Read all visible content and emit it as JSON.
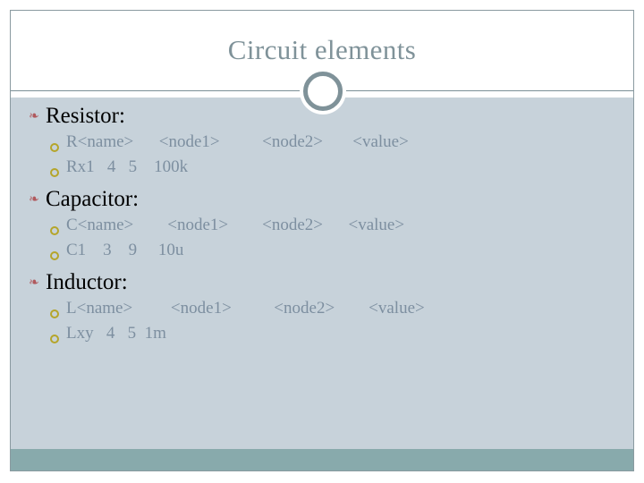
{
  "slide": {
    "title": "Circuit elements",
    "colors": {
      "title_text": "#7f9299",
      "body_background": "#c7d2da",
      "footer_bar": "#88aaac",
      "level1_bullet": "#b0585c",
      "level2_bullet": "#b5a52a",
      "level2_text": "#7d8fa0",
      "rule": "#7b8f96"
    },
    "decorations": {
      "title_ring": "ring-ornament",
      "level1_bullet_glyph": "❧",
      "level2_bullet_glyph": "hollow-circle"
    },
    "groups": [
      {
        "heading": "Resistor:",
        "lines": [
          "R<name>      <node1>          <node2>       <value>",
          "Rx1   4   5    100k"
        ]
      },
      {
        "heading": "Capacitor:",
        "lines": [
          "C<name>        <node1>        <node2>      <value>",
          "C1    3    9     10u"
        ]
      },
      {
        "heading": "Inductor:",
        "lines": [
          "L<name>         <node1>          <node2>        <value>",
          "Lxy   4   5  1m"
        ]
      }
    ]
  }
}
